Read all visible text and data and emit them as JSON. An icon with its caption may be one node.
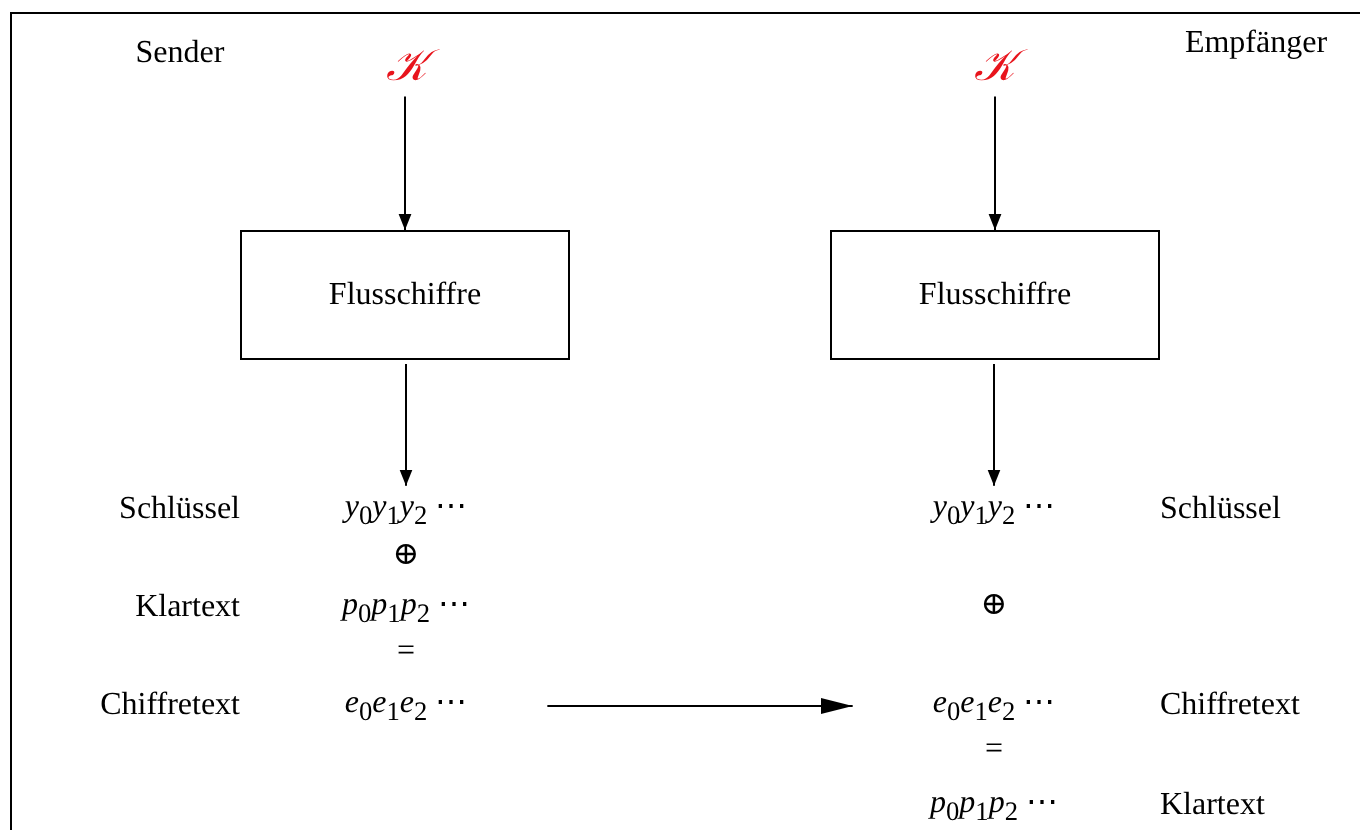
{
  "diagram": {
    "nodes": [
      {
        "text": [
          "𝒦"
        ]
      },
      {
        "text": [
          "𝒦"
        ]
      },
      {
        "text": [
          "Flusschiffre"
        ]
      },
      {
        "text": [
          "Flusschiffre"
        ]
      },
      {
        "text": [
          "*y*$_{0}$*y*$_{1}$*y*$_{2}$ ⋯"
        ]
      },
      {
        "text": [
          "*y*$_{0}$*y*$_{1}$*y*$_{2}$ ⋯"
        ]
      },
      {
        "text": [
          "*e*$_{0}$*e*$_{1}$*e*$_{2}$ ⋯"
        ]
      },
      {
        "text": [
          "*e*$_{0}$*e*$_{1}$*e*$_{2}$ ⋯"
        ]
      }
    ],
    "edges": [
      {
        "from": 0,
        "to": 2,
        "arrow": "to"
      },
      {
        "from": 1,
        "to": 3,
        "arrow": "to"
      },
      {
        "from": 2,
        "to": 4,
        "arrow": "to"
      },
      {
        "from": 3,
        "to": 5,
        "arrow": "to"
      },
      {
        "from": 6,
        "to": 7,
        "arrow": "to"
      }
    ],
    "labels": [
      "Sender",
      "Empfänger",
      "Schlüssel",
      "Schlüssel",
      "⊕",
      "Klartext",
      "*p*$_{0}$*p*$_{1}$*p*$_{2}$ ⋯",
      "⊕",
      "=",
      "Chiffretext",
      "Chiffretext",
      "=",
      "*p*$_{0}$*p*$_{1}$*p*$_{2}$ ⋯",
      "Klartext"
    ]
  }
}
